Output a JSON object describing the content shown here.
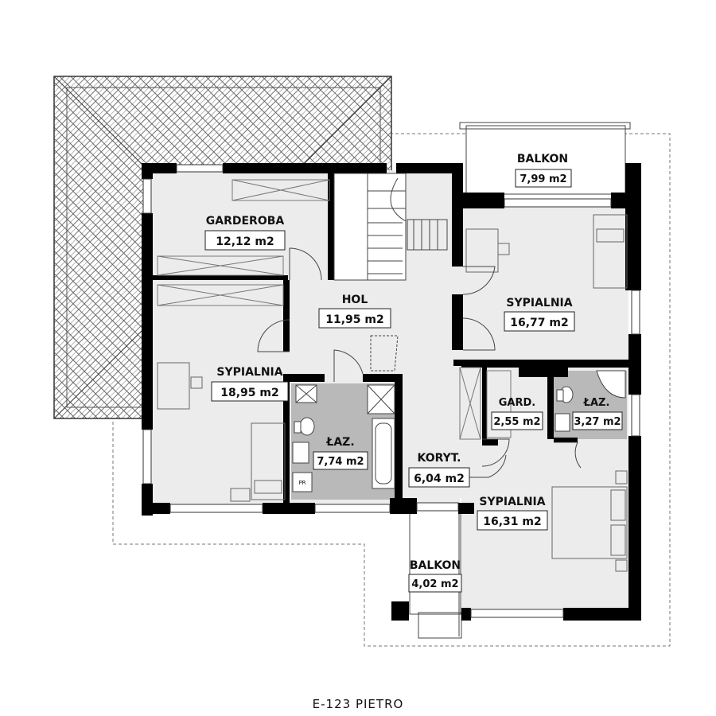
{
  "rooms": [
    {
      "id": "garderoba",
      "name": "GARDEROBA",
      "area": "12,12 m2"
    },
    {
      "id": "hol",
      "name": "HOL",
      "area": "11,95 m2"
    },
    {
      "id": "sypialnia-ne",
      "name": "SYPIALNIA",
      "area": "16,77 m2"
    },
    {
      "id": "sypialnia-w",
      "name": "SYPIALNIA",
      "area": "18,95 m2"
    },
    {
      "id": "lazienka-main",
      "name": "ŁAZ.",
      "area": "7,74 m2"
    },
    {
      "id": "gard",
      "name": "GARD.",
      "area": "2,55 m2"
    },
    {
      "id": "lazienka-small",
      "name": "ŁAZ.",
      "area": "3,27 m2"
    },
    {
      "id": "koryt",
      "name": "KORYT.",
      "area": "6,04 m2"
    },
    {
      "id": "sypialnia-se",
      "name": "SYPIALNIA",
      "area": "16,31 m2"
    },
    {
      "id": "balkon-top",
      "name": "BALKON",
      "area": "7,99 m2"
    },
    {
      "id": "balkon-bottom",
      "name": "BALKON",
      "area": "4,02 m2"
    }
  ],
  "fixtures": {
    "pr_label": "PR"
  },
  "caption": "E-123 PIETRO",
  "colors": {
    "wall": "#000000",
    "floor": "#ececec",
    "bath_floor": "#b9b9b9",
    "line": "#555555"
  }
}
